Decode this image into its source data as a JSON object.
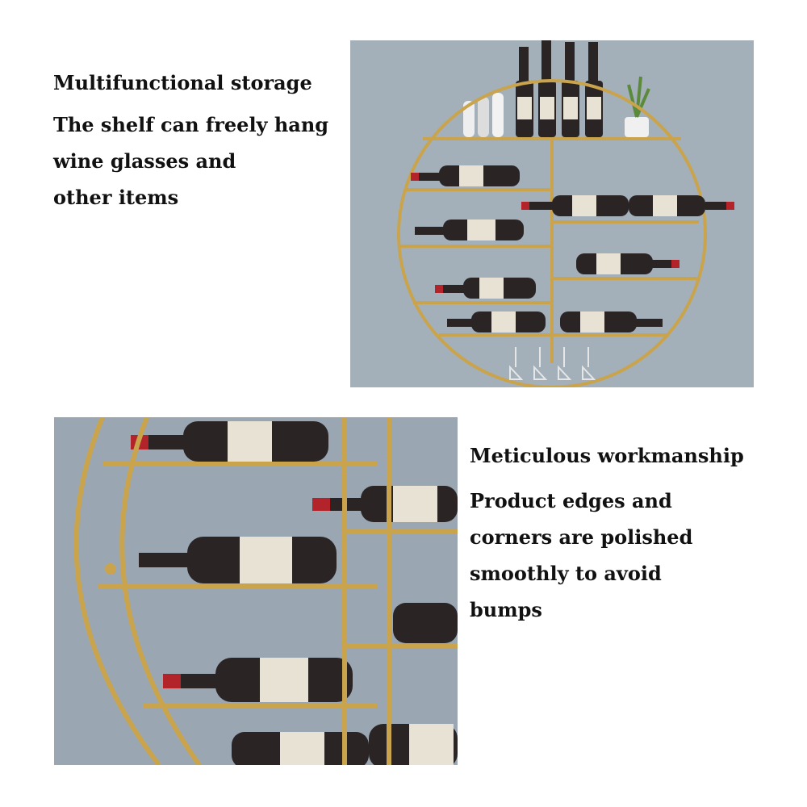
{
  "section1": {
    "heading": "Multifunctional storage",
    "lines": [
      "The shelf can freely hang",
      "wine glasses and",
      "other items"
    ]
  },
  "section2": {
    "heading": "Meticulous workmanship",
    "lines": [
      "Product edges and",
      "corners are polished",
      "smoothly to avoid",
      "bumps"
    ]
  },
  "colors": {
    "wall": "#9eabb6",
    "frame": "#c9a44c",
    "bottle": "#2a2424",
    "label": "#e8e2d4",
    "cap": "#b3232a"
  }
}
